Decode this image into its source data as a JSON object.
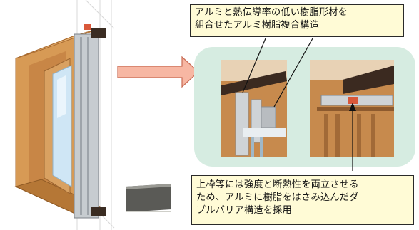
{
  "callout_top": {
    "line1": "アルミと熱伝導率の低い樹脂形材を",
    "line2": "組合せたアルミ樹脂複合構造"
  },
  "callout_bottom": {
    "line1": "上枠等には強度と断熱性を両立させる",
    "line2": "ため、アルミに樹脂をはさみ込んだダ",
    "line3": "ブルバリア構造を採用"
  },
  "colors": {
    "callout_bg": "#fffbd6",
    "panel_bg": "#d6ece1",
    "wood": "#d79a55",
    "wood_dark": "#b57736",
    "aluminum": "#c9cdd0",
    "resin_dark": "#3a2c22",
    "resin_accent": "#d9583a",
    "arrow_fill": "#f7b7a3",
    "arrow_stroke": "#c96b54"
  },
  "icons": {
    "big_arrow": "right-arrow-icon"
  }
}
